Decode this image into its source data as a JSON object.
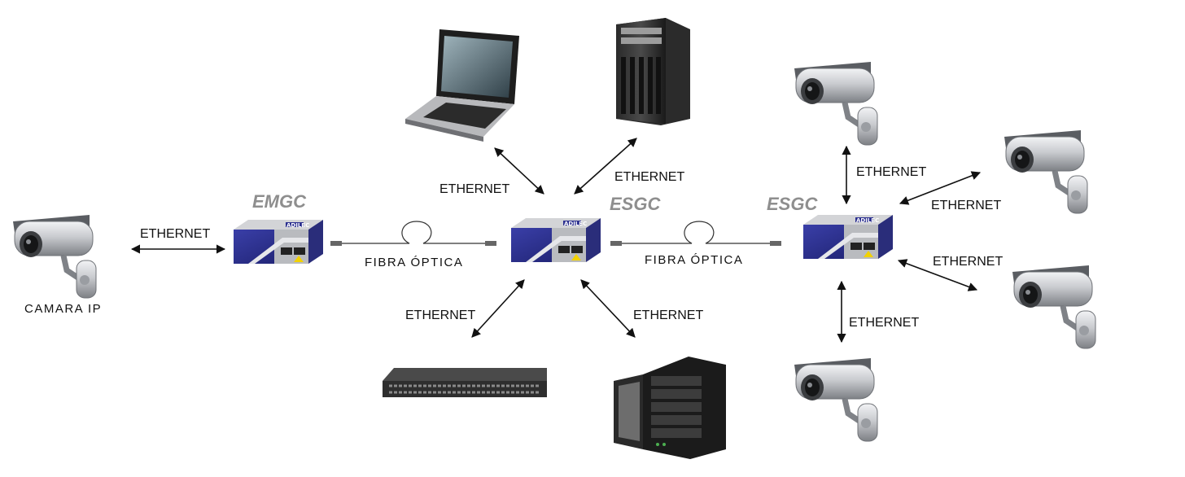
{
  "labels": {
    "emgc": "EMGC",
    "esgc_center": "ESGC",
    "esgc_right": "ESGC",
    "camera_caption": "CAMARA IP",
    "eth_camera": "ETHERNET",
    "eth_laptop": "ETHERNET",
    "eth_server": "ETHERNET",
    "eth_switch": "ETHERNET",
    "eth_nas": "ETHERNET",
    "fiber_left": "FIBRA ÓPTICA",
    "fiber_right": "FIBRA ÓPTICA",
    "eth_cam_top": "ETHERNET",
    "eth_cam_upper_right": "ETHERNET",
    "eth_cam_lower_right": "ETHERNET",
    "eth_cam_bottom": "ETHERNET",
    "device_logo": "ADILEC"
  },
  "colors": {
    "device_blue": "#2b2f8f",
    "device_gray": "#a7a9ad",
    "camera_silver": "#c9cbcf",
    "title_gray": "#8e8e8e"
  },
  "icons": [
    "ip-camera-icon",
    "media-converter-icon",
    "laptop-icon",
    "tower-server-icon",
    "network-switch-icon",
    "nas-storage-icon"
  ]
}
